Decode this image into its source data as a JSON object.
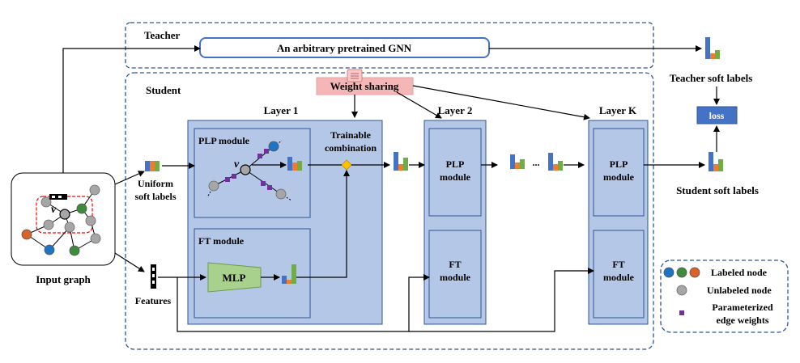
{
  "teacher": {
    "label": "Teacher",
    "gnn_label": "An arbitrary pretrained GNN",
    "soft_labels": "Teacher soft labels"
  },
  "student": {
    "label": "Student",
    "weight_sharing": "Weight sharing",
    "layer1": "Layer 1",
    "layer2": "Layer 2",
    "layerK": "Layer K",
    "plp_module": "PLP module",
    "ft_module": "FT module",
    "plp_line1": "PLP",
    "ft_line1": "FT",
    "module_word": "module",
    "mlp": "MLP",
    "trainable_line1": "Trainable",
    "trainable_line2": "combination",
    "node_v": "v",
    "ellipsis": "...",
    "loss": "loss",
    "soft_labels": "Student soft labels"
  },
  "input": {
    "graph_label": "Input graph",
    "uniform_line1": "Uniform",
    "uniform_line2": "soft labels",
    "features": "Features"
  },
  "legend": {
    "labeled": "Labeled node",
    "unlabeled": "Unlabeled node",
    "param_line1": "Parameterized",
    "param_line2": "edge weights"
  },
  "colors": {
    "blue_node": "#1f73c4",
    "green_node": "#3d8b3d",
    "orange_node": "#d9622b",
    "gray_node": "#a6a6a6",
    "bar_blue": "#4472c4",
    "bar_orange": "#ed7d31",
    "bar_green": "#70ad47",
    "module_fill": "#b4c7e7",
    "layer_fill": "#b4c7e7",
    "box_border": "#2f5597",
    "loss_fill": "#4472c4",
    "weight_fill": "#f4b6b6",
    "edge_weight": "#7030a0",
    "diamond": "#ffc000"
  }
}
